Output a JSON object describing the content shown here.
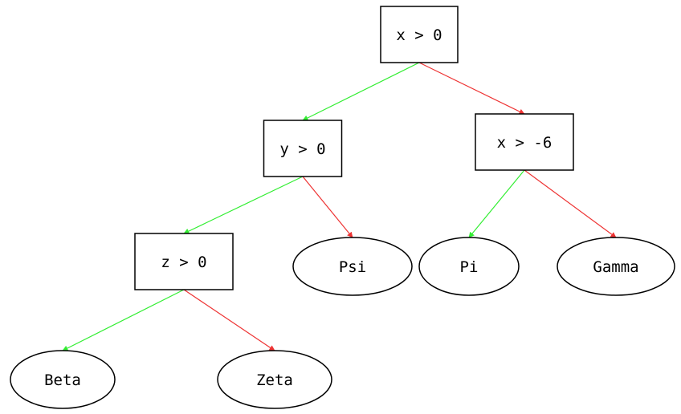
{
  "colors": {
    "true_edge": "#33ee33",
    "false_edge": "#ee3333",
    "node_stroke": "#000000",
    "node_fill": "#ffffff",
    "text": "#000000"
  },
  "nodes": [
    {
      "id": "n_x_gt_0",
      "shape": "box",
      "label": "x > 0"
    },
    {
      "id": "n_y_gt_0",
      "shape": "box",
      "label": "y > 0"
    },
    {
      "id": "n_x_gt_m6",
      "shape": "box",
      "label": "x > -6"
    },
    {
      "id": "n_z_gt_0",
      "shape": "box",
      "label": "z > 0"
    },
    {
      "id": "n_psi",
      "shape": "ellipse",
      "label": "Psi"
    },
    {
      "id": "n_pi",
      "shape": "ellipse",
      "label": "Pi"
    },
    {
      "id": "n_gamma",
      "shape": "ellipse",
      "label": "Gamma"
    },
    {
      "id": "n_beta",
      "shape": "ellipse",
      "label": "Beta"
    },
    {
      "id": "n_zeta",
      "shape": "ellipse",
      "label": "Zeta"
    }
  ],
  "edges": [
    {
      "from": "n_x_gt_0",
      "to": "n_y_gt_0",
      "branch": "true"
    },
    {
      "from": "n_x_gt_0",
      "to": "n_x_gt_m6",
      "branch": "false"
    },
    {
      "from": "n_y_gt_0",
      "to": "n_z_gt_0",
      "branch": "true"
    },
    {
      "from": "n_y_gt_0",
      "to": "n_psi",
      "branch": "false"
    },
    {
      "from": "n_x_gt_m6",
      "to": "n_pi",
      "branch": "true"
    },
    {
      "from": "n_x_gt_m6",
      "to": "n_gamma",
      "branch": "false"
    },
    {
      "from": "n_z_gt_0",
      "to": "n_beta",
      "branch": "true"
    },
    {
      "from": "n_z_gt_0",
      "to": "n_zeta",
      "branch": "false"
    }
  ]
}
